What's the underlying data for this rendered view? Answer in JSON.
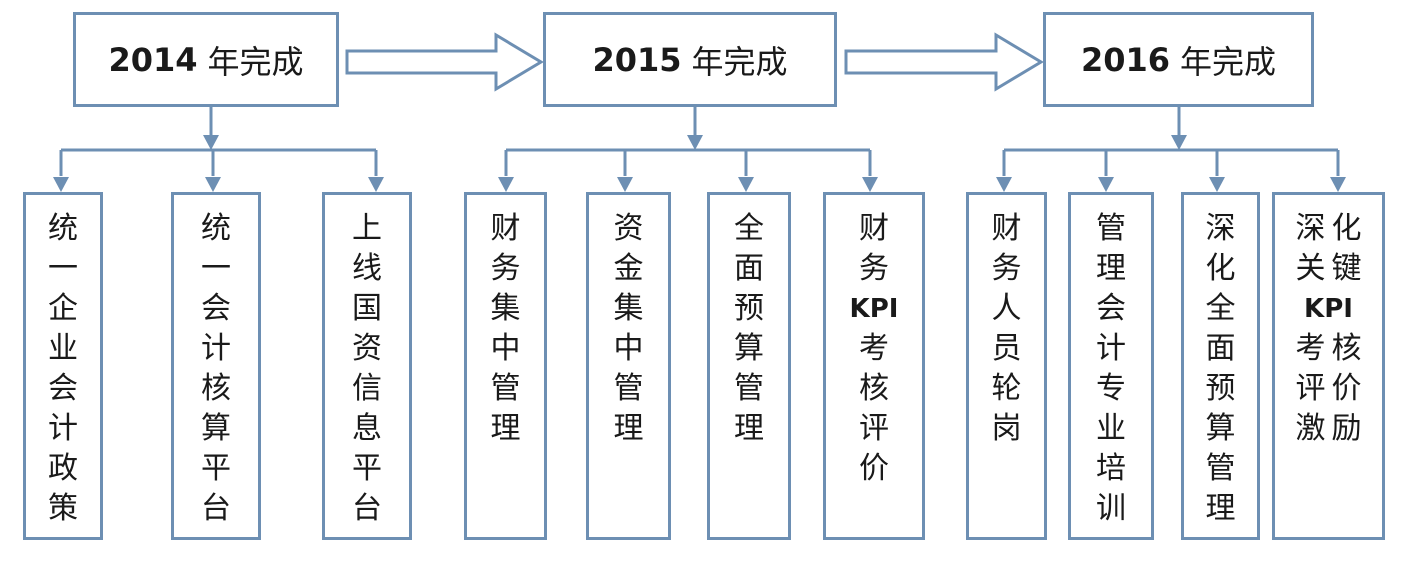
{
  "years": [
    {
      "num": "2014",
      "suffix": "年完成"
    },
    {
      "num": "2015",
      "suffix": "年完成"
    },
    {
      "num": "2016",
      "suffix": "年完成"
    }
  ],
  "items": [
    [
      "统",
      "一",
      "企",
      "业",
      "会",
      "计",
      "政",
      "策"
    ],
    [
      "统",
      "一",
      "会",
      "计",
      "核",
      "算",
      "平",
      "台"
    ],
    [
      "上",
      "线",
      "国",
      "资",
      "信",
      "息",
      "平",
      "台"
    ],
    [
      "财",
      "务",
      "集",
      "中",
      "管",
      "理"
    ],
    [
      "资",
      "金",
      "集",
      "中",
      "管",
      "理"
    ],
    [
      "全",
      "面",
      "预",
      "算",
      "管",
      "理"
    ],
    [
      "财",
      "务",
      "KPI",
      "考",
      "核",
      "评",
      "价"
    ],
    [
      "财",
      "务",
      "人",
      "员",
      "轮",
      "岗"
    ],
    [
      "管",
      "理",
      "会",
      "计",
      "专",
      "业",
      "培",
      "训"
    ],
    [
      "深",
      "化",
      "全",
      "面",
      "预",
      "算",
      "管",
      "理"
    ],
    [
      "深",
      "化",
      "关",
      "键",
      "KPI",
      "考",
      "核",
      "评",
      "价",
      "激",
      "励"
    ]
  ]
}
